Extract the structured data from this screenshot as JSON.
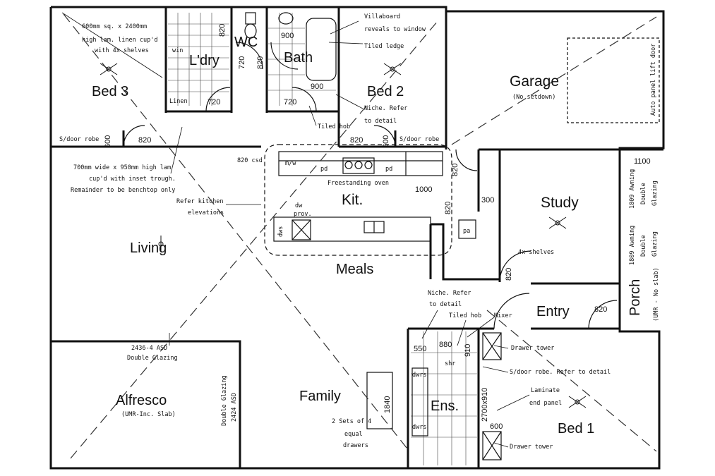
{
  "rooms": {
    "bed3": "Bed 3",
    "laundry": "L'dry",
    "wc": "WC",
    "bath": "Bath",
    "bed2": "Bed 2",
    "garage": "Garage",
    "garage_sub": "(No setdown)",
    "kitchen": "Kit.",
    "study": "Study",
    "living": "Living",
    "meals": "Meals",
    "entry": "Entry",
    "porch": "Porch",
    "porch_sub": "(UMR - No slab)",
    "alfresco": "Alfresco",
    "alfresco_sub": "(UMR-Inc. Slab)",
    "family": "Family",
    "ensuite": "Ens.",
    "bed1": "Bed 1"
  },
  "notes": {
    "linen_cupd_1": "600mm sq. x 2400mm",
    "linen_cupd_2": "high lam. linen cup'd",
    "linen_cupd_3": "with 4x shelves",
    "villaboard_1": "Villaboard",
    "villaboard_2": "reveals to window",
    "tiled_ledge": "Tiled ledge",
    "niche_1": "Niche. Refer",
    "niche_2": "to detail",
    "tiled_hob": "Tiled hob",
    "sdoor_robe": "S/door robe",
    "linen": "Linen",
    "win": "win",
    "insert_1": "700mm wide x 950mm high lam",
    "insert_2": "cup'd with inset trough.",
    "insert_3": "Remainder to be benchtop only",
    "freestanding_oven": "Freestanding oven",
    "mw": "m/w",
    "pd": "pd",
    "dw_prov_1": "dw",
    "dw_prov_2": "prov.",
    "dws": "dws",
    "pa": "pa",
    "refer_kitchen_1": "Refer kitchen",
    "refer_kitchen_2": "elevations",
    "csd": "820 csd",
    "shelves": "4x shelves",
    "awning_1": "1809 Awning",
    "awning_2": "Double",
    "awning_3": "Glazing",
    "auto_door": "Auto panel lift door",
    "niche_refer_1": "Niche. Refer",
    "niche_refer_2": "to detail",
    "tiled_hob2": "Tiled hob",
    "mixer": "Mixer",
    "drawer_tower": "Drawer tower",
    "sdoor_robe_refer": "S/door robe. Refer to detail",
    "laminate_1": "Laminate",
    "laminate_2": "end panel",
    "asd_1": "2436-4 ASD",
    "asd_2": "Double Glazing",
    "dg_asd_1": "Double Glazing",
    "dg_asd_2": "2424 ASD",
    "drawers_1": "2 Sets of 4",
    "drawers_2": "equal",
    "drawers_3": "drawers",
    "dwrs": "dwrs",
    "shr": "shr",
    "drawer_tower2": "Drawer tower"
  },
  "dims": {
    "d820a": "820",
    "d720a": "720",
    "d820b": "820",
    "d900": "900",
    "d720b": "720",
    "d720c": "720",
    "d900b": "900",
    "d600": "600",
    "d820c": "820",
    "d820d": "820",
    "d600b": "600",
    "d820e": "820",
    "d1000": "1000",
    "d300": "300",
    "d820f": "820",
    "d820g": "820",
    "d1100": "1100",
    "d820h": "820",
    "d550": "550",
    "d880": "880",
    "d910": "910",
    "d1840": "1840",
    "d600c": "600",
    "d2700": "2700x910"
  }
}
